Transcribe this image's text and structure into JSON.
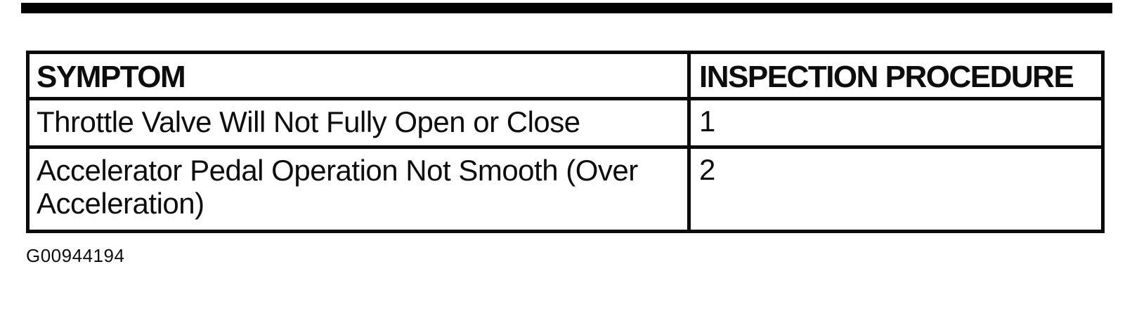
{
  "colors": {
    "background": "#ffffff",
    "ink": "#0d0d0d",
    "border": "#0a0a0a",
    "scan_bar": "#000000"
  },
  "table": {
    "headers": [
      "SYMPTOM",
      "INSPECTION PROCEDURE"
    ],
    "rows": [
      {
        "symptom": "Throttle Valve Will Not Fully Open or Close",
        "procedure": "1"
      },
      {
        "symptom": "Accelerator Pedal Operation Not Smooth (Over Acceleration)",
        "procedure": "2"
      }
    ]
  },
  "figure_id": "G00944194",
  "chart_data": {
    "type": "table",
    "columns": [
      "SYMPTOM",
      "INSPECTION PROCEDURE"
    ],
    "rows": [
      [
        "Throttle Valve Will Not Fully Open or Close",
        "1"
      ],
      [
        "Accelerator Pedal Operation Not Smooth (Over Acceleration)",
        "2"
      ]
    ]
  }
}
